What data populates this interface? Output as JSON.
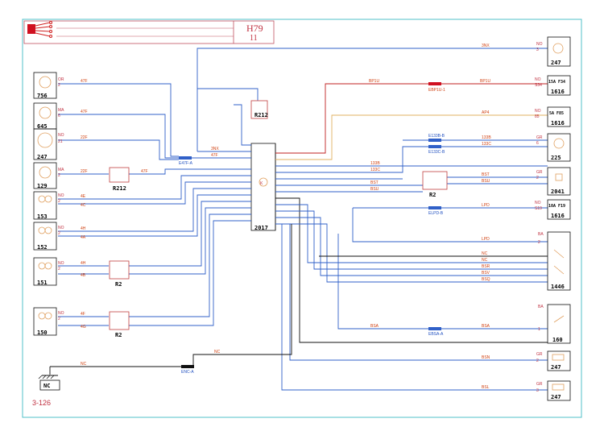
{
  "title": {
    "code": "H79",
    "sub": "11"
  },
  "page_number": "3-126",
  "ground_label": "NC",
  "central_unit": "2017",
  "connectors": {
    "r212_top": "R212",
    "r212_left": "R212",
    "r2_a": "R2",
    "r2_b": "R2",
    "r2_c": "R2"
  },
  "splices": {
    "e47f": "E47F-A",
    "ebp1u": "EBP1U-1",
    "e133b": "E133B-B",
    "e133c": "E133C-B",
    "elpd": "ELPD-B",
    "ebsa": "EBSA-A",
    "enc": "ENC-A"
  },
  "left_components": [
    {
      "num": "756",
      "color": "OR",
      "pin": "2"
    },
    {
      "num": "645",
      "color": "MA",
      "pin": "6"
    },
    {
      "num": "247",
      "color": "NO",
      "pin": "21"
    },
    {
      "num": "129",
      "color": "MA",
      "pin": "2"
    },
    {
      "num": "153",
      "color": "NO",
      "pin": "2"
    },
    {
      "num": "152",
      "color": "NO",
      "pin": "2"
    },
    {
      "num": "151",
      "color": "NO",
      "pin": "2"
    },
    {
      "num": "150",
      "color": "NO",
      "pin": "2"
    }
  ],
  "right_components": [
    {
      "num": "247",
      "color": "NO",
      "pin": "3"
    },
    {
      "num": "1616",
      "color": "NO",
      "pin": "S34",
      "fuse": "15A F34"
    },
    {
      "num": "1616",
      "color": "NO",
      "pin": "85",
      "fuse": "5A F85"
    },
    {
      "num": "225",
      "color": "GR",
      "pin": "6"
    },
    {
      "num": "2041",
      "color": "GR",
      "pin": "2"
    },
    {
      "num": "1616",
      "color": "NO",
      "pin": "S19",
      "fuse": "10A F19"
    },
    {
      "num": "1446",
      "color": "BA",
      "pin": "2"
    },
    {
      "num": "160",
      "color": "BA",
      "pin": "1"
    },
    {
      "num": "247",
      "color": "GR",
      "pin": "2"
    },
    {
      "num": "247",
      "color": "GR",
      "pin": "3"
    }
  ],
  "wire_labels": {
    "w3nx": "3NX",
    "w47f": "47F",
    "w22f": "22F",
    "w4e": "4E",
    "w4c": "4C",
    "w4h": "4H",
    "w4a": "4A",
    "w4b": "4B",
    "w4f": "4F",
    "w4g": "4G",
    "wbp1u": "BP1U",
    "wap4": "AP4",
    "w133b": "133B",
    "w133c": "133C",
    "wbst": "BST",
    "wbsu": "BSU",
    "wlpd": "LPD",
    "wnc": "NC",
    "wbsr": "BSR",
    "wbsv": "BSV",
    "wbsq": "BSQ",
    "wbsa": "BSA",
    "wbsn": "BSN",
    "wbsl": "BSL"
  },
  "colors": {
    "border": "#50c0c8",
    "blue": "#3060c8",
    "red": "#c02020",
    "orange": "#e0b060",
    "black": "#101010",
    "connector": "#c04040"
  }
}
